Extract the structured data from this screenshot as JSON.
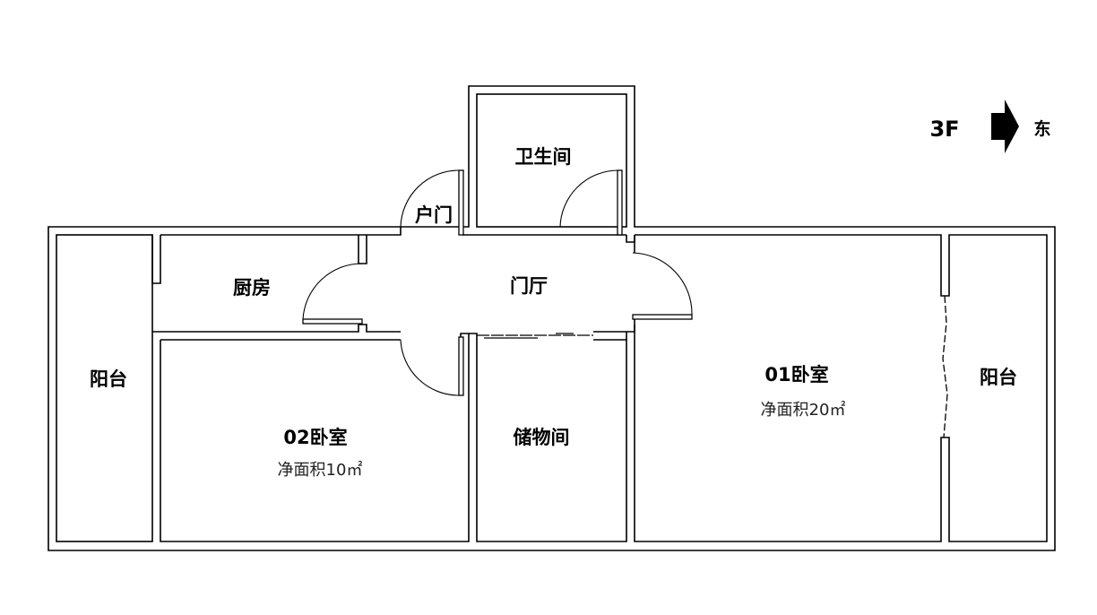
{
  "floor": {
    "level": "3F",
    "direction_label": "东"
  },
  "rooms": {
    "bathroom": {
      "name": "卫生间"
    },
    "entry_door": {
      "name": "户门"
    },
    "kitchen": {
      "name": "厨房"
    },
    "hall": {
      "name": "门厅"
    },
    "balcony_west": {
      "name": "阳台"
    },
    "bedroom_02": {
      "name": "02卧室",
      "area": "净面积10㎡"
    },
    "storage": {
      "name": "储物间"
    },
    "bedroom_01": {
      "name": "01卧室",
      "area": "净面积20㎡"
    },
    "balcony_east": {
      "name": "阳台"
    }
  }
}
